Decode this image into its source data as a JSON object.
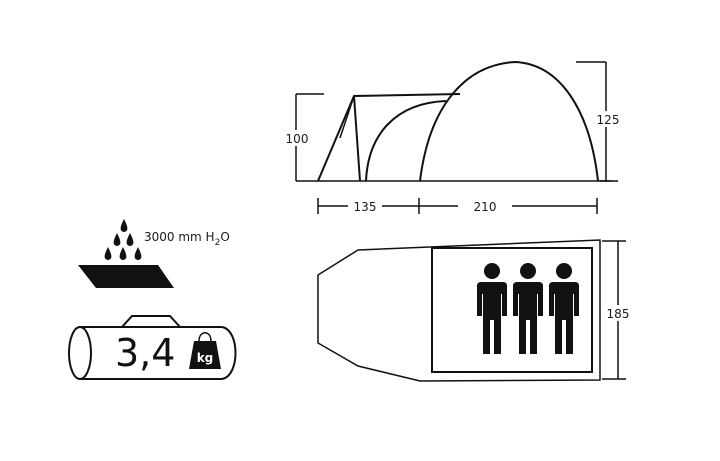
{
  "side_view": {
    "height_vestibule": "100",
    "height_inner": "125",
    "length_vestibule": "135",
    "length_inner": "210"
  },
  "top_view": {
    "width": "185",
    "persons": 3
  },
  "waterproof": {
    "value": "3000 mm H",
    "subscript": "2",
    "suffix": "O"
  },
  "weight": {
    "value": "3,4",
    "unit": "kg"
  }
}
